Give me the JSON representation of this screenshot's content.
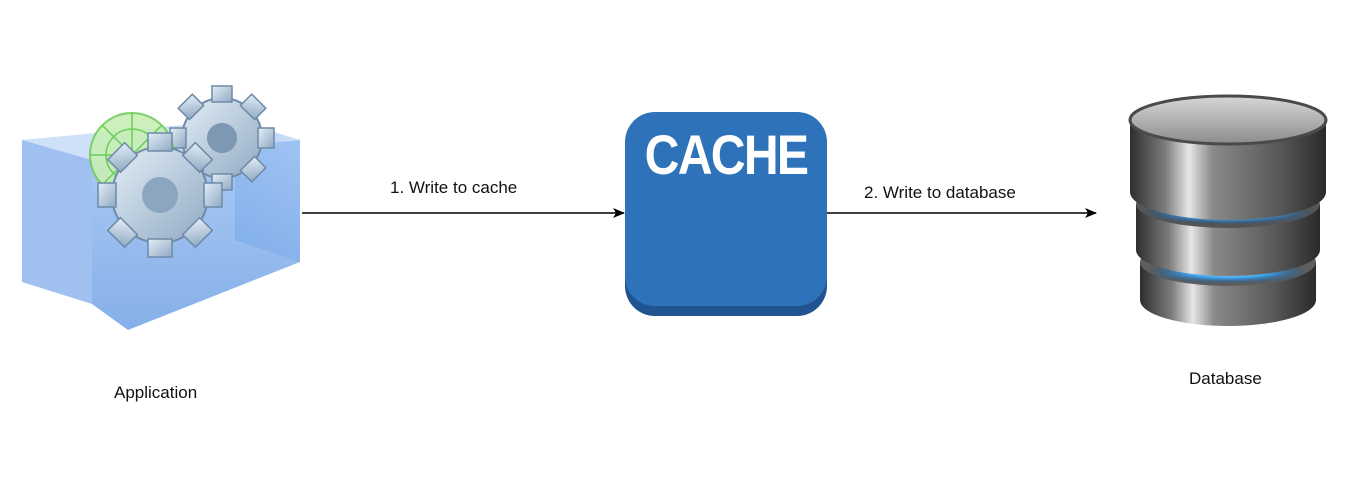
{
  "nodes": {
    "application": {
      "label": "Application",
      "icon": "application-gears-icon"
    },
    "cache": {
      "title": "CACHE",
      "icon": "cache-block-icon",
      "color": "#2E73BA",
      "shadow_color": "#1F5490"
    },
    "database": {
      "label": "Database",
      "icon": "database-cylinder-icon"
    }
  },
  "edges": {
    "to_cache": {
      "label": "1. Write to cache"
    },
    "to_database": {
      "label": "2. Write to database"
    }
  }
}
